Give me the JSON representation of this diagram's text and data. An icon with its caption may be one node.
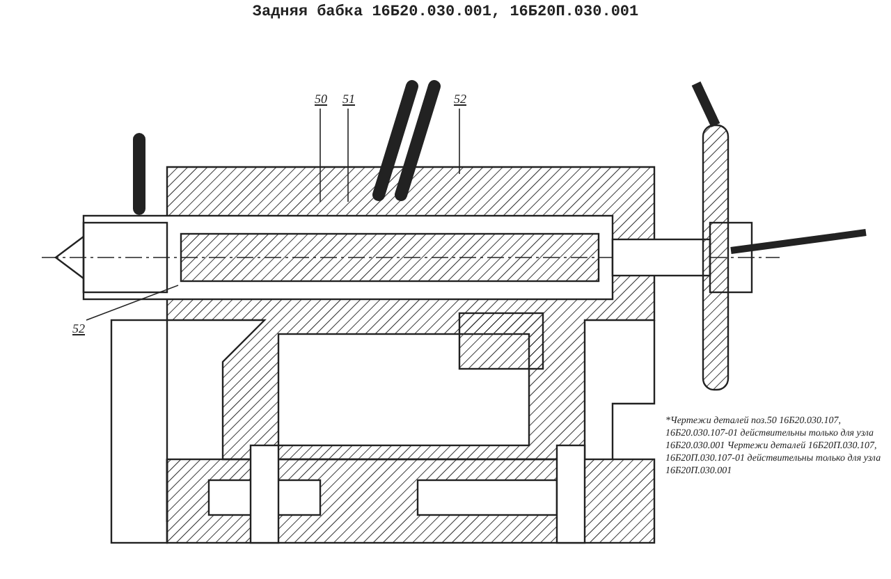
{
  "diagram": {
    "title": "Задняя бабка 16Б20.030.001, 16Б20П.030.001",
    "nodes": [
      {
        "text": [
          "50"
        ]
      },
      {
        "text": [
          "51"
        ]
      },
      {
        "text": [
          "52"
        ]
      },
      {
        "text": [
          "52"
        ]
      }
    ],
    "edges": [
      {
        "from": 0,
        "to": null,
        "arrow": "none"
      },
      {
        "from": 1,
        "to": null,
        "arrow": "none"
      },
      {
        "from": 2,
        "to": null,
        "arrow": "none"
      },
      {
        "from": 3,
        "to": null,
        "arrow": "none"
      }
    ],
    "labels": [
      "*Чертежи деталей поз.50 16Б20.030.107, 16Б20.030.107-01 действительны только для узла 16Б20.030.001 Чертежи деталей 16Б20П.030.107, 16Б20П.030.107-01 действительны только для узла 16Б20П.030.001"
    ]
  }
}
